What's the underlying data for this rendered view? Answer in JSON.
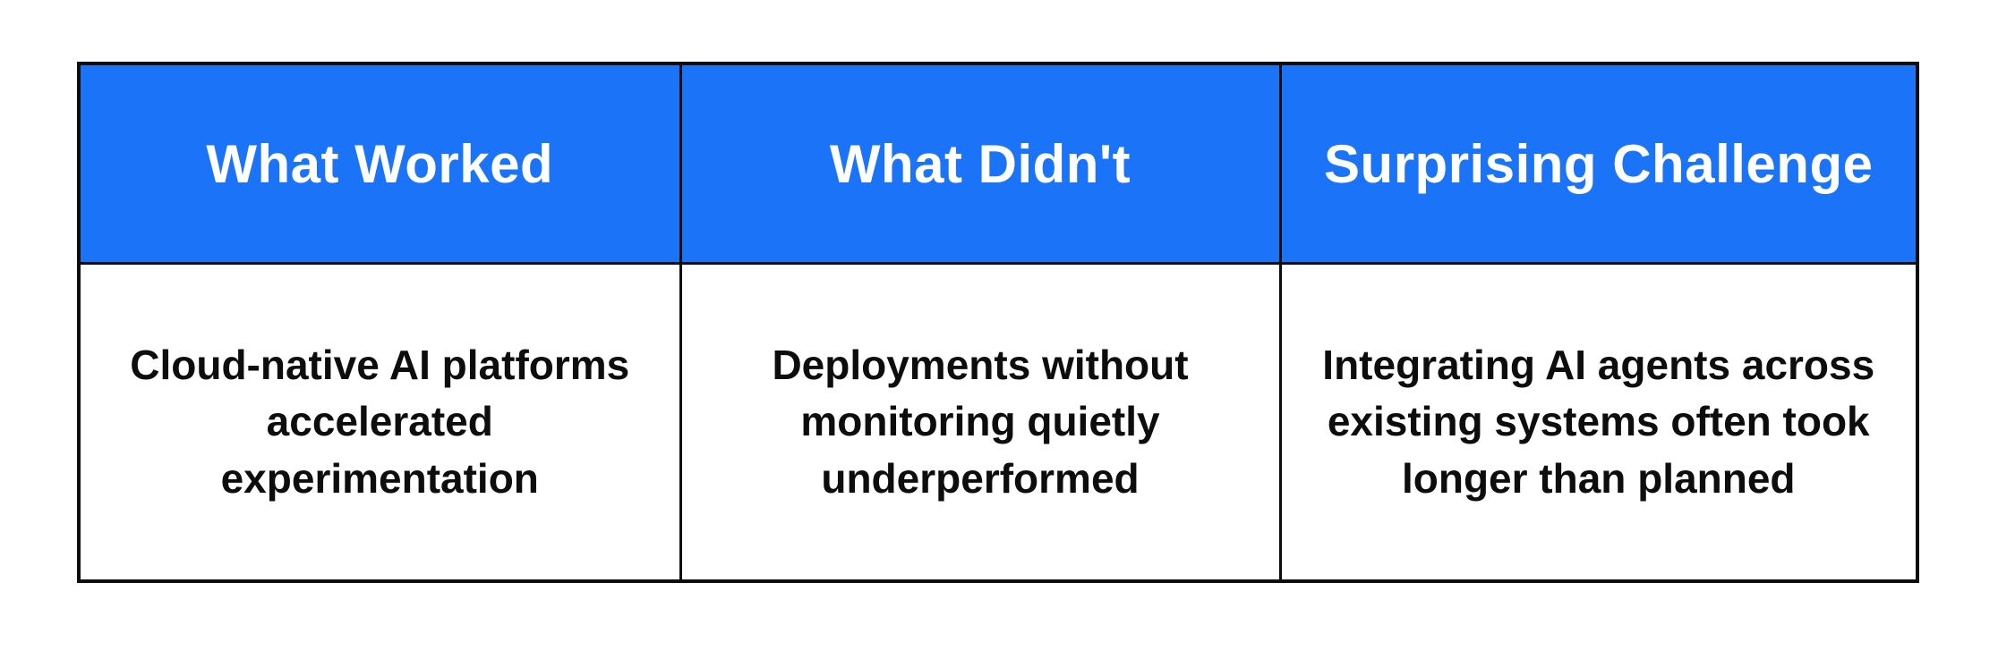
{
  "page": {
    "background_color": "#ffffff"
  },
  "table": {
    "accent_color": "#1b74f8",
    "border_color": "#0d0d0d",
    "header_text_color": "#ffffff",
    "body_text_color": "#0d0d0d",
    "cell_bg_color": "#ffffff",
    "columns": [
      {
        "header": "What Worked",
        "cell": "Cloud-native AI platforms accelerated experimentation"
      },
      {
        "header": "What Didn't",
        "cell": "Deployments without monitoring quietly underperformed"
      },
      {
        "header": "Surprising Challenge",
        "cell": "Integrating AI agents across existing systems often took longer than planned"
      }
    ]
  },
  "chart_data": {
    "type": "table",
    "columns": [
      "What Worked",
      "What Didn't",
      "Surprising Challenge"
    ],
    "rows": [
      [
        "Cloud-native AI platforms accelerated experimentation",
        "Deployments without monitoring quietly underperformed",
        "Integrating AI agents across existing systems often took longer than planned"
      ]
    ],
    "title": "",
    "layout_hints": {
      "header_background": "#1b74f8",
      "header_text": "white bold centered",
      "body_text": "black bold centered",
      "grid": "black solid borders"
    }
  }
}
